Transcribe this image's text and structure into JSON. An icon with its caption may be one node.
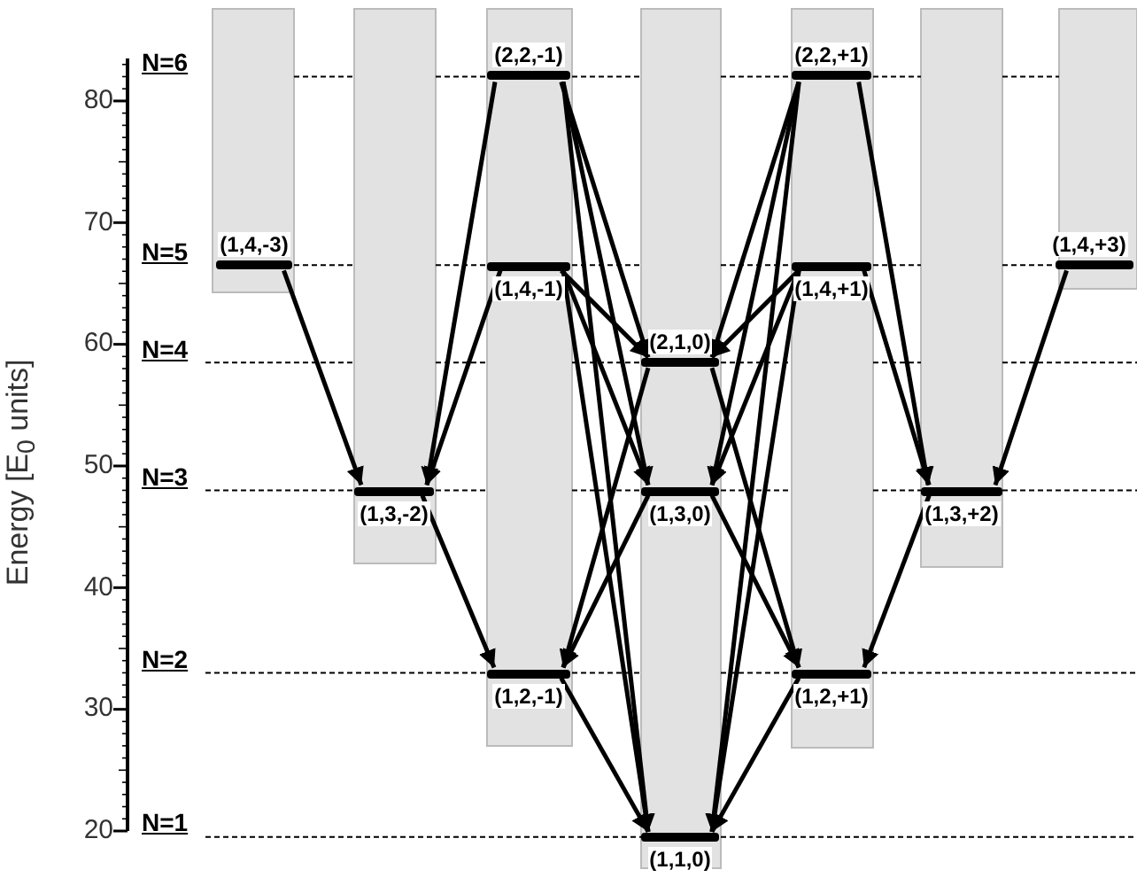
{
  "diagram": {
    "nodes": [
      {
        "text": [
          "(1,4,-3)"
        ]
      },
      {
        "text": [
          "(1,3,-2)"
        ]
      },
      {
        "text": [
          "(2,2,-1)"
        ]
      },
      {
        "text": [
          "(1,4,-1)"
        ]
      },
      {
        "text": [
          "(1,2,-1)"
        ]
      },
      {
        "text": [
          "(2,1,0)"
        ]
      },
      {
        "text": [
          "(1,3,0)"
        ]
      },
      {
        "text": [
          "(1,1,0)"
        ]
      },
      {
        "text": [
          "(2,2,+1)"
        ]
      },
      {
        "text": [
          "(1,4,+1)"
        ]
      },
      {
        "text": [
          "(1,2,+1)"
        ]
      },
      {
        "text": [
          "(1,3,+2)"
        ]
      },
      {
        "text": [
          "(1,4,+3)"
        ]
      }
    ],
    "edges": [
      {
        "from": 0,
        "to": 1,
        "arrow": "to"
      },
      {
        "from": 2,
        "to": 1,
        "arrow": "to"
      },
      {
        "from": 3,
        "to": 1,
        "arrow": "to"
      },
      {
        "from": 2,
        "to": 5,
        "arrow": "to"
      },
      {
        "from": 2,
        "to": 6,
        "arrow": "to"
      },
      {
        "from": 2,
        "to": 7,
        "arrow": "to"
      },
      {
        "from": 3,
        "to": 5,
        "arrow": "to"
      },
      {
        "from": 3,
        "to": 6,
        "arrow": "to"
      },
      {
        "from": 3,
        "to": 7,
        "arrow": "to"
      },
      {
        "from": 8,
        "to": 5,
        "arrow": "to"
      },
      {
        "from": 8,
        "to": 6,
        "arrow": "to"
      },
      {
        "from": 8,
        "to": 7,
        "arrow": "to"
      },
      {
        "from": 9,
        "to": 5,
        "arrow": "to"
      },
      {
        "from": 9,
        "to": 6,
        "arrow": "to"
      },
      {
        "from": 9,
        "to": 7,
        "arrow": "to"
      },
      {
        "from": 8,
        "to": 11,
        "arrow": "to"
      },
      {
        "from": 9,
        "to": 11,
        "arrow": "to"
      },
      {
        "from": 12,
        "to": 11,
        "arrow": "to"
      },
      {
        "from": 1,
        "to": 4,
        "arrow": "to"
      },
      {
        "from": 11,
        "to": 10,
        "arrow": "to"
      },
      {
        "from": 5,
        "to": 4,
        "arrow": "to"
      },
      {
        "from": 5,
        "to": 10,
        "arrow": "to"
      },
      {
        "from": 6,
        "to": 4,
        "arrow": "to"
      },
      {
        "from": 6,
        "to": 10,
        "arrow": "to"
      },
      {
        "from": 4,
        "to": 7,
        "arrow": "to"
      },
      {
        "from": 10,
        "to": 7,
        "arrow": "to"
      }
    ],
    "labels": [
      "N=6",
      "80",
      "70",
      "N=5",
      "60",
      "N=4",
      "50",
      "N=3",
      "40",
      "N=2",
      "30",
      "20",
      "N=1",
      "Energy [E$_{0}$ units]"
    ]
  }
}
